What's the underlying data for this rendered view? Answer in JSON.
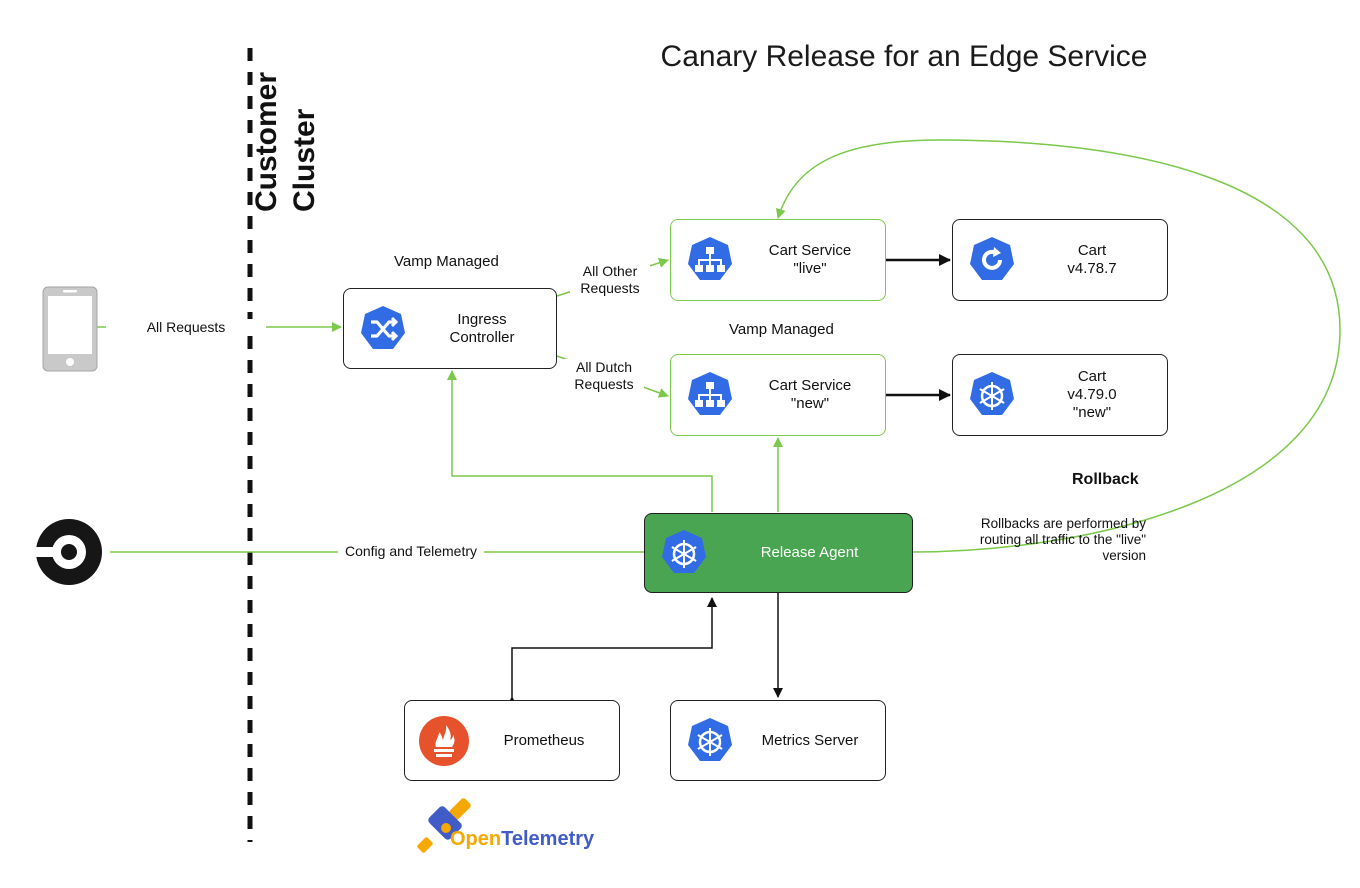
{
  "title": "Canary Release for an Edge Service",
  "region": {
    "label": "Customer\nCluster"
  },
  "sections": {
    "vamp_managed_top": "Vamp Managed",
    "vamp_managed_mid": "Vamp Managed"
  },
  "nodes": {
    "ingress": "Ingress\nController",
    "cart_service_live": "Cart Service\n\"live\"",
    "cart_service_new": "Cart Service\n\"new\"",
    "cart_live": "Cart\nv4.78.7",
    "cart_new": "Cart\nv4.79.0\n\"new\"",
    "release_agent": "Release Agent",
    "prometheus": "Prometheus",
    "metrics_server": "Metrics Server"
  },
  "edges": {
    "all_requests": "All Requests",
    "all_other_requests": "All Other\nRequests",
    "all_dutch_requests": "All Dutch\nRequests",
    "config_telemetry": "Config and Telemetry"
  },
  "rollback": {
    "title": "Rollback",
    "text": "Rollbacks are performed by\nrouting all traffic to the \"live\"\nversion"
  },
  "logo": {
    "otel_part1": "Open",
    "otel_part2": "Telemetry"
  },
  "colors": {
    "green_edge": "#7bc84a",
    "agent_fill": "#4aa552",
    "k8s_blue": "#326ce5",
    "prometheus": "#e6522c"
  }
}
